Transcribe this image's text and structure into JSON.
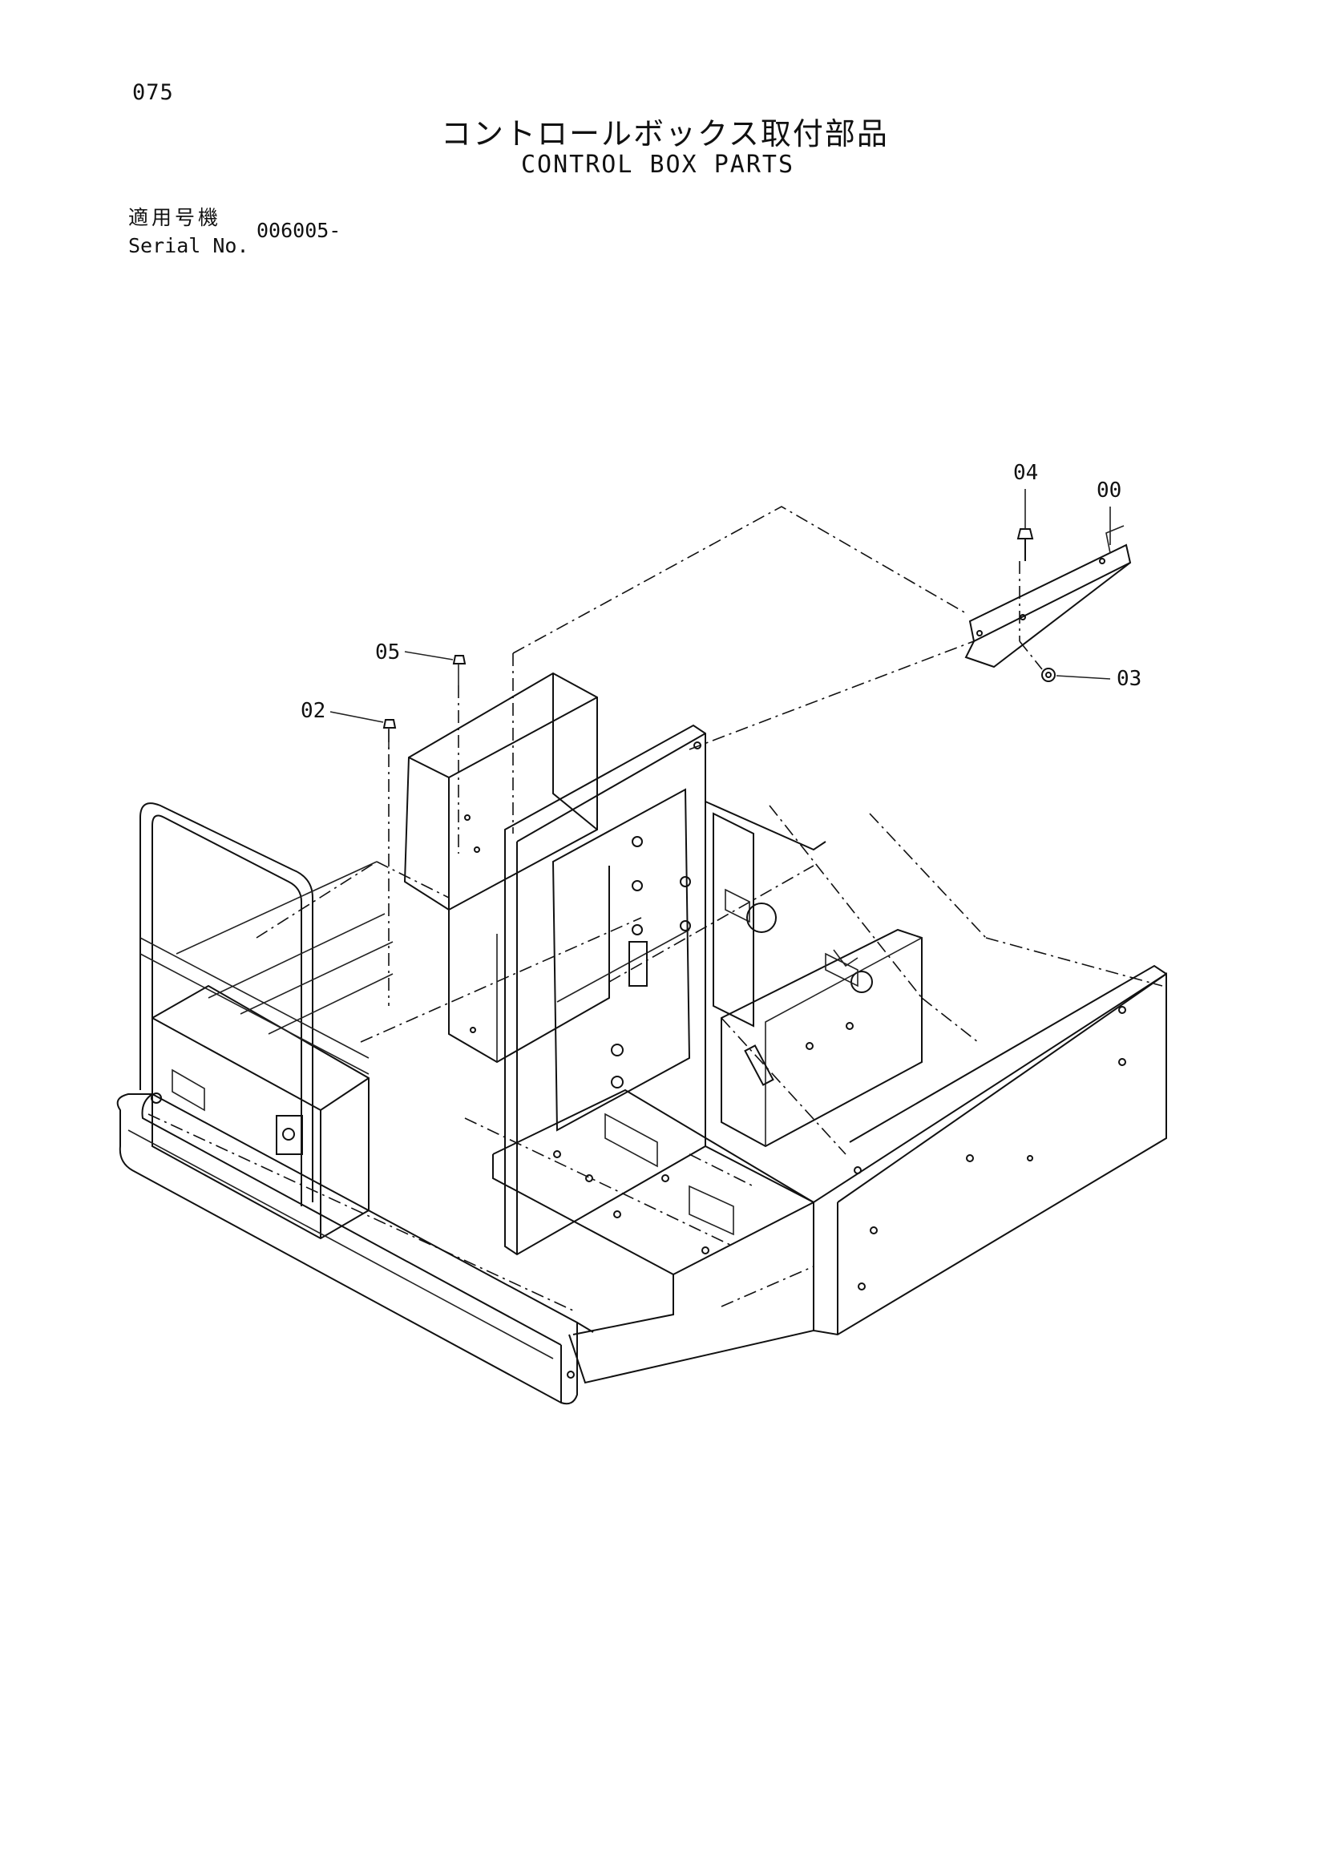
{
  "header": {
    "page_number": "075",
    "title_jp": "コントロールボックス取付部品",
    "title_en": "CONTROL BOX PARTS"
  },
  "serial": {
    "label_jp": "適用号機",
    "label_en": "Serial No.",
    "value": "006005-"
  },
  "callouts": {
    "p00": "00",
    "p02": "02",
    "p03": "03",
    "p04": "04",
    "p05": "05"
  }
}
